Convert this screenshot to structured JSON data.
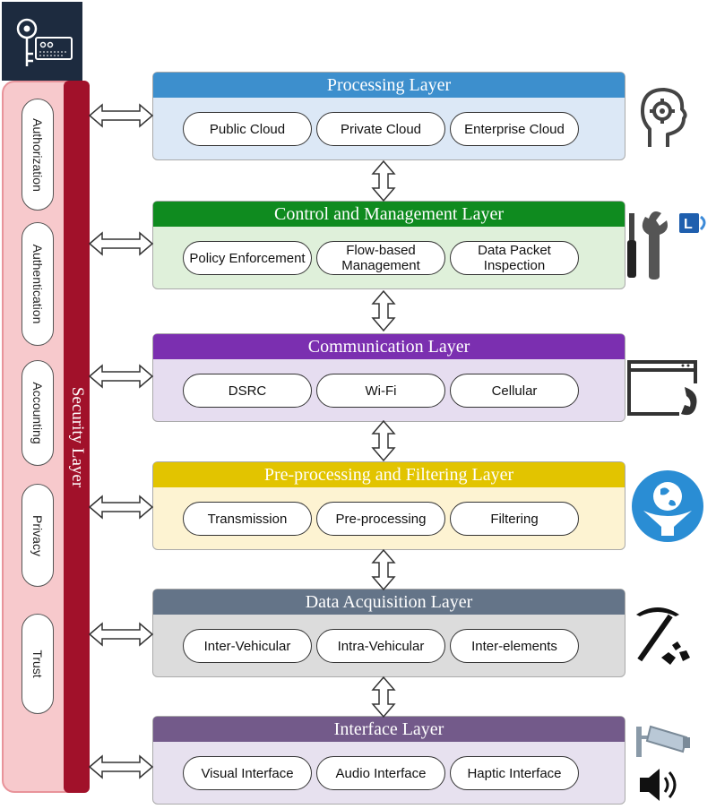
{
  "security": {
    "title": "Security Layer",
    "items": [
      "Authorization",
      "Authentication",
      "Accounting",
      "Privacy",
      "Trust"
    ]
  },
  "layers": [
    {
      "title": "Processing Layer",
      "items": [
        "Public Cloud",
        "Private Cloud",
        "Enterprise Cloud"
      ],
      "color": "#3d8fcd",
      "bg": "#dce8f6",
      "icon": "head-gear-icon"
    },
    {
      "title": "Control and Management Layer",
      "items": [
        "Policy Enforcement",
        "Flow-based Management",
        "Data Packet Inspection"
      ],
      "color": "#0f8b1f",
      "bg": "#dff0da",
      "icon": "tools-icon"
    },
    {
      "title": "Communication Layer",
      "items": [
        "DSRC",
        "Wi-Fi",
        "Cellular"
      ],
      "color": "#7b2fb0",
      "bg": "#e6ddf0",
      "icon": "browser-phone-icon"
    },
    {
      "title": "Pre-processing and Filtering Layer",
      "items": [
        "Transmission",
        "Pre-processing",
        "Filtering"
      ],
      "color": "#e2c400",
      "bg": "#fdf3d2",
      "icon": "globe-filter-icon"
    },
    {
      "title": "Data Acquisition Layer",
      "items": [
        "Inter-Vehicular",
        "Intra-Vehicular",
        "Inter-elements"
      ],
      "color": "#647488",
      "bg": "#dcdcdc",
      "icon": "mining-icon"
    },
    {
      "title": "Interface Layer",
      "items": [
        "Visual Interface",
        "Audio Interface",
        "Haptic Interface"
      ],
      "color": "#735a8a",
      "bg": "#e7e1ef",
      "icon": "camera-speaker-icon"
    }
  ]
}
